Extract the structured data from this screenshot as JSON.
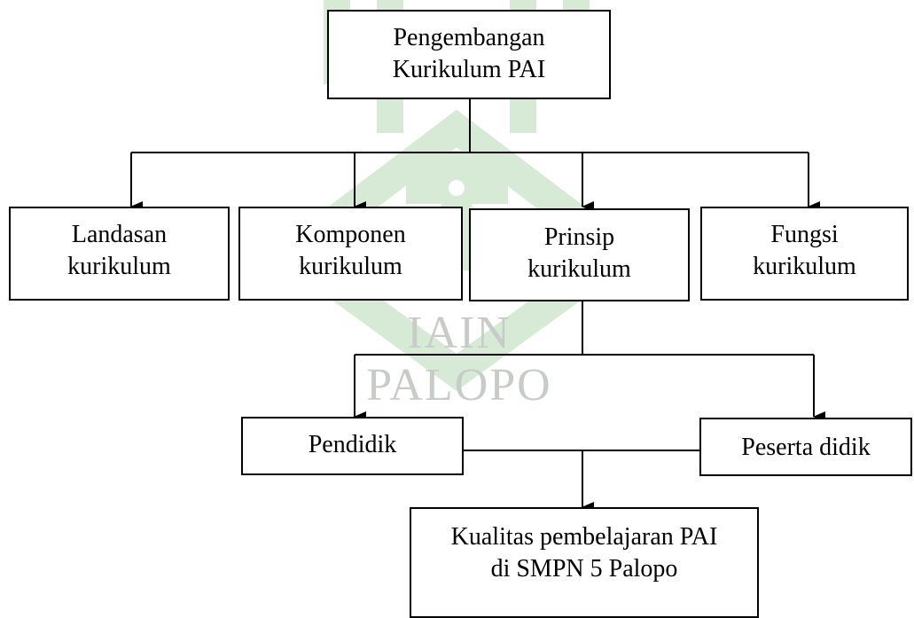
{
  "watermark": {
    "text": "IAIN PALOPO",
    "color": "#c8ccc8",
    "logo_color": "#d4e8d4"
  },
  "nodes": {
    "root": {
      "line1": "Pengembangan",
      "line2": "Kurikulum PAI"
    },
    "landasan": {
      "line1": "Landasan",
      "line2": "kurikulum"
    },
    "komponen": {
      "line1": "Komponen",
      "line2": "kurikulum"
    },
    "prinsip": {
      "line1": "Prinsip",
      "line2": "kurikulum"
    },
    "fungsi": {
      "line1": "Fungsi",
      "line2": "kurikulum"
    },
    "pendidik": {
      "line1": "Pendidik"
    },
    "peserta": {
      "line1": "Peserta didik"
    },
    "kualitas": {
      "line1": "Kualitas pembelajaran PAI",
      "line2": "di SMPN 5 Palopo"
    }
  },
  "colors": {
    "stroke": "#000000",
    "background": "#ffffff"
  }
}
